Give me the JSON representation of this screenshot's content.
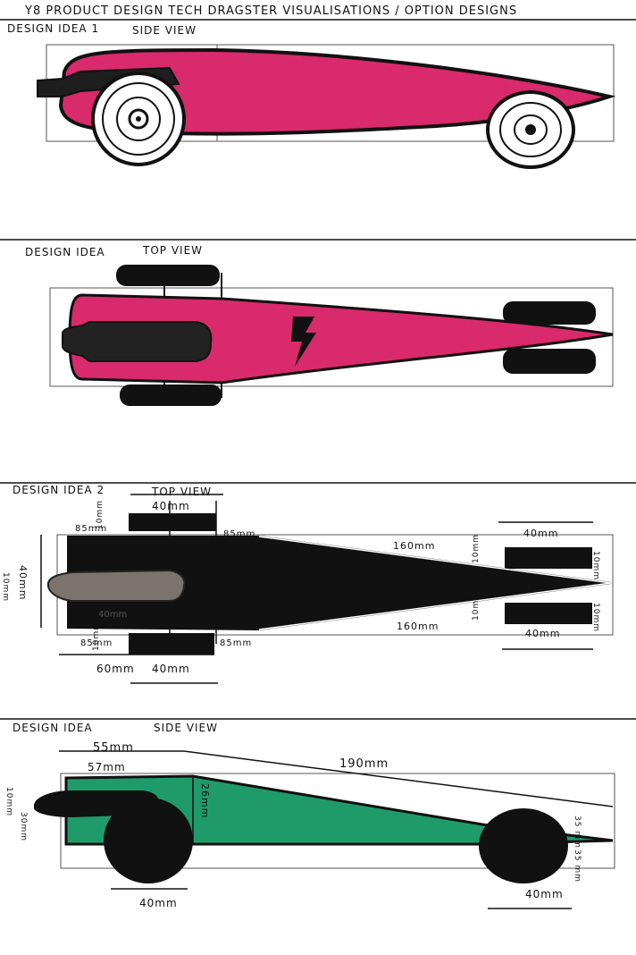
{
  "header": {
    "text": "Y8 PRODUCT DESIGN TECH    DRAGSTER VISUALISATIONS  / OPTION DESIGNS"
  },
  "sections": [
    {
      "heading": "DESIGN IDEA 1",
      "view": "SIDE VIEW"
    },
    {
      "heading": "DESIGN IDEA",
      "view": "TOP VIEW"
    },
    {
      "heading": "DESIGN IDEA 2",
      "view": "TOP VIEW",
      "dims": {
        "wheel_top_w": "40mm",
        "wheel_top_h": "10mm",
        "axle_top_l": "85mm",
        "axle_top_r": "85mm",
        "body_h_left": "40mm",
        "nose_h": "10mm",
        "diag_top": "160mm",
        "diag_bot": "160mm",
        "rear_wheel_top_w": "40mm",
        "rear_wheel_top_h_l": "10mm",
        "rear_wheel_top_h_r": "10mm",
        "rear_wheel_bot_h_l": "10mm",
        "rear_wheel_bot_h_r": "10mm",
        "rear_wheel_bot_w": "40mm",
        "axle_bot_l": "85mm",
        "axle_bot_r": "85mm",
        "wheel_bot_h": "10mm",
        "len_bottom": "60mm",
        "wheel_bot_w": "40mm",
        "inner": "40mm"
      }
    },
    {
      "heading": "DESIGN IDEA",
      "view": "SIDE VIEW",
      "dims": {
        "top_55": "55mm",
        "top_57": "57mm",
        "length": "190mm",
        "height_26": "26mm",
        "left_10": "10mm",
        "left_30": "30mm",
        "rear_33": "35 mm",
        "rear_35": "35 mm",
        "wheel_front": "40mm",
        "wheel_rear": "40mm"
      }
    }
  ],
  "colors": {
    "ink": "#111111",
    "pink": "#d92a6b",
    "green": "#1f9a6b",
    "grey": "#777777"
  }
}
